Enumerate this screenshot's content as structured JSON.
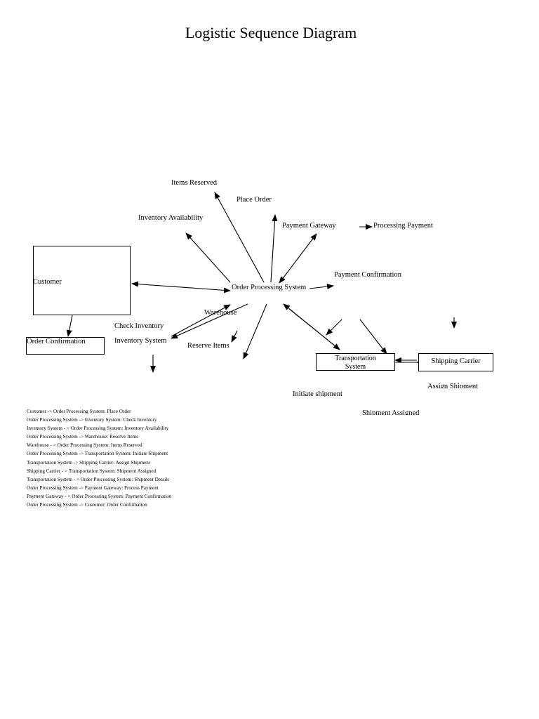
{
  "title": "Logistic Sequence Diagram",
  "diagram": {
    "boxes": {
      "customer": "Customer",
      "order_confirmation": "Order Confirmation",
      "transportation_system": "Transportation System",
      "shipping_carrier": "Shipping Carrier"
    },
    "labels": {
      "items_reserved": "Items Reserved",
      "place_order": "Place Order",
      "inventory_availability": "Inventory Availability",
      "payment_gateway": "Payment Gateway",
      "processing_payment": "Processing Payment",
      "payment_confirmation": "Payment Confirmation",
      "order_processing_system": "Order Processing System",
      "warehouse": "Warehouse",
      "check_inventory": "Check Inventory",
      "inventory_system": "Inventory System",
      "reserve_items": "Reserve Items",
      "initiate_shipment": "Initiate shipment",
      "shipment_assigned": "Shipment Assigned",
      "assign_shipment": "Assign Shipment"
    }
  },
  "log": [
    "Customer -> Order Processing System: Place Order",
    "Order Processing System -> Inventory System: Check Inventory",
    "Inventory System - > Order Processing System: Inventory Availability",
    "Order Processing System -> Warehouse: Reserve Items",
    "Warehouse  - > Order Processing System: Items Reserved",
    "Order Processing System -> Transportation System: Initiate Shipment",
    "Transportation System -> Shipping Carrier: Assign Shipment",
    "Shipping Carrier  - > Transportation System: Shipment Assigned",
    "Transportation System - > Order Processing System: Shipment Details",
    "Order Processing System -> Payment Gateway: Process Payment",
    "Payment Gateway - > Order Processing System: Payment Confirmation",
    "Order Processing System -> Customer: Order Confirmation"
  ]
}
